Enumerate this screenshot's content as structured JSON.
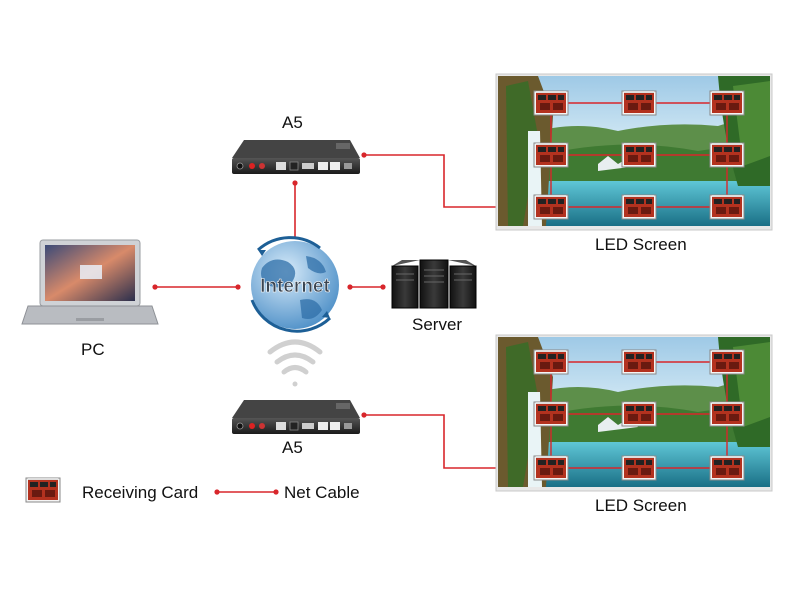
{
  "labels": {
    "device_top": "A5",
    "device_bottom": "A5",
    "pc": "PC",
    "internet": "Internet",
    "server": "Server",
    "led_screen_top": "LED Screen",
    "led_screen_bottom": "LED Screen"
  },
  "legend": {
    "receiving_card": "Receiving Card",
    "net_cable": "Net Cable"
  },
  "colors": {
    "cable": "#d8262b",
    "card": "#b3321f",
    "device": "#2a2a2a",
    "globe": "#3a86c8"
  },
  "icons": [
    "laptop-icon",
    "globe-icon",
    "server-icon",
    "wifi-icon",
    "receiving-card-icon",
    "controller-device-icon"
  ]
}
